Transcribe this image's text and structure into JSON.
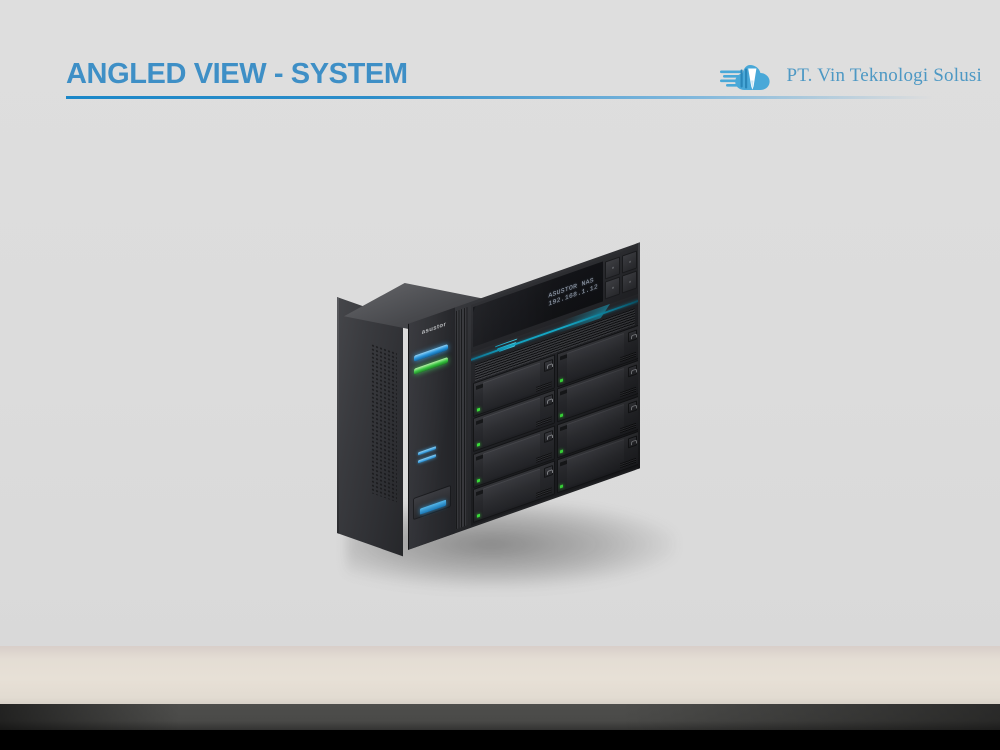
{
  "slide": {
    "title": "ANGLED VIEW - SYSTEM",
    "accent_color": "#3e8fc6",
    "background_color": "#dddddd",
    "band_beige_color": "#e7e0d6",
    "band_gray_color": "#4a4a48",
    "band_black_color": "#000000"
  },
  "logo": {
    "mark_name": "cloud-speed-v-logo",
    "mark_color": "#49a8d8",
    "text": "PT. Vin Teknologi Solusi",
    "text_color": "#4d98c4"
  },
  "device": {
    "name": "asustor-nas-8-bay",
    "brand": "asustor",
    "lcd": {
      "line1": "ASUSTOR NAS",
      "line2": "192.168.1.12",
      "text_color": "#aab4c4"
    },
    "accent_stripe_color": "#17b6d6",
    "status_leds": [
      {
        "name": "power-led",
        "color": "#1f8fd8"
      },
      {
        "name": "system-led",
        "color": "#31c13a"
      },
      {
        "name": "lan1-led",
        "color": "#1d89d2"
      },
      {
        "name": "lan2-led",
        "color": "#1d89d2"
      }
    ],
    "usb_port": {
      "name": "usb-3-port",
      "color": "#1876b5"
    },
    "nav_buttons": [
      "up",
      "down",
      "enter",
      "back"
    ],
    "drive_bays": [
      {
        "slot": 1,
        "led": "#3ce23c"
      },
      {
        "slot": 2,
        "led": "#3ce23c"
      },
      {
        "slot": 3,
        "led": "#3ce23c"
      },
      {
        "slot": 4,
        "led": "#3ce23c"
      },
      {
        "slot": 5,
        "led": "#3ce23c"
      },
      {
        "slot": 6,
        "led": "#3ce23c"
      },
      {
        "slot": 7,
        "led": "#3ce23c"
      },
      {
        "slot": 8,
        "led": "#3ce23c"
      }
    ]
  }
}
